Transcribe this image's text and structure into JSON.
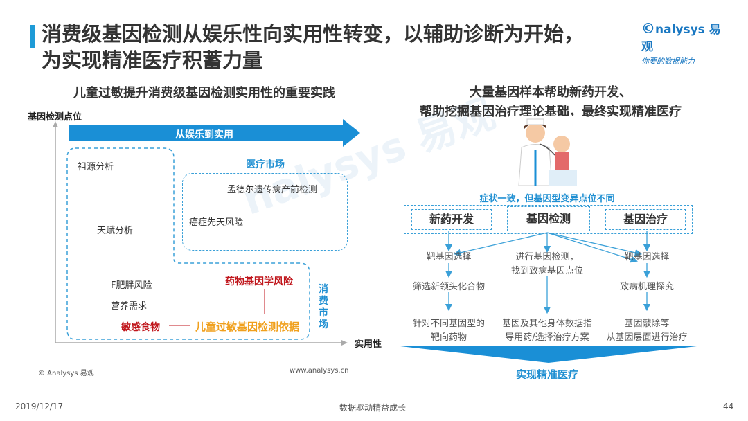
{
  "header": {
    "title_line1": "消费级基因检测从娱乐性向实用性转变，以辅助诊断为开始，",
    "title_line2": "为实现精准医疗积蓄力量",
    "logo_main": "nalysys 易观",
    "logo_sub": "你要的数据能力"
  },
  "left": {
    "subtitle": "儿童过敏提升消费级基因检测实用性的重要实践",
    "y_axis": "基因检测点位",
    "x_axis": "实用性",
    "arrow_label": "从娱乐到实用",
    "medical_market": "医疗市场",
    "consumer_market": "消费市场",
    "items": {
      "ancestry": "祖源分析",
      "talent": "天赋分析",
      "obesity": "F肥胖风险",
      "nutrition": "营养需求",
      "mendel": "孟德尔遗传病产前检测",
      "cancer": "癌症先天风险",
      "pharmaco": "药物基因学风险",
      "allergen": "敏感食物",
      "allergy_test": "儿童过敏基因检测依据"
    }
  },
  "right": {
    "subtitle_line1": "大量基因样本帮助新药开发、",
    "subtitle_line2": "帮助挖掘基因治疗理论基础，最终实现精准医疗",
    "symptom": "症状一致，但基因型变异点位不同",
    "boxes": [
      "新药开发",
      "基因检测",
      "基因治疗"
    ],
    "col1": [
      "靶基因选择",
      "筛选新领头化合物",
      "针对不同基因型的",
      "靶向药物"
    ],
    "col2": [
      "进行基因检测，",
      "找到致病基因点位",
      "基因及其他身体数据指",
      "导用药/选择治疗方案"
    ],
    "col3": [
      "靶基因选择",
      "致病机理探究",
      "基因敲除等",
      "从基因层面进行治疗"
    ],
    "result": "实现精准医疗"
  },
  "watermark": "nalysys 易观",
  "footer": {
    "copyright": "© Analysys 易观",
    "url": "www.analysys.cn",
    "date": "2019/12/17",
    "slogan": "数据驱动精益成长",
    "page": "44"
  }
}
